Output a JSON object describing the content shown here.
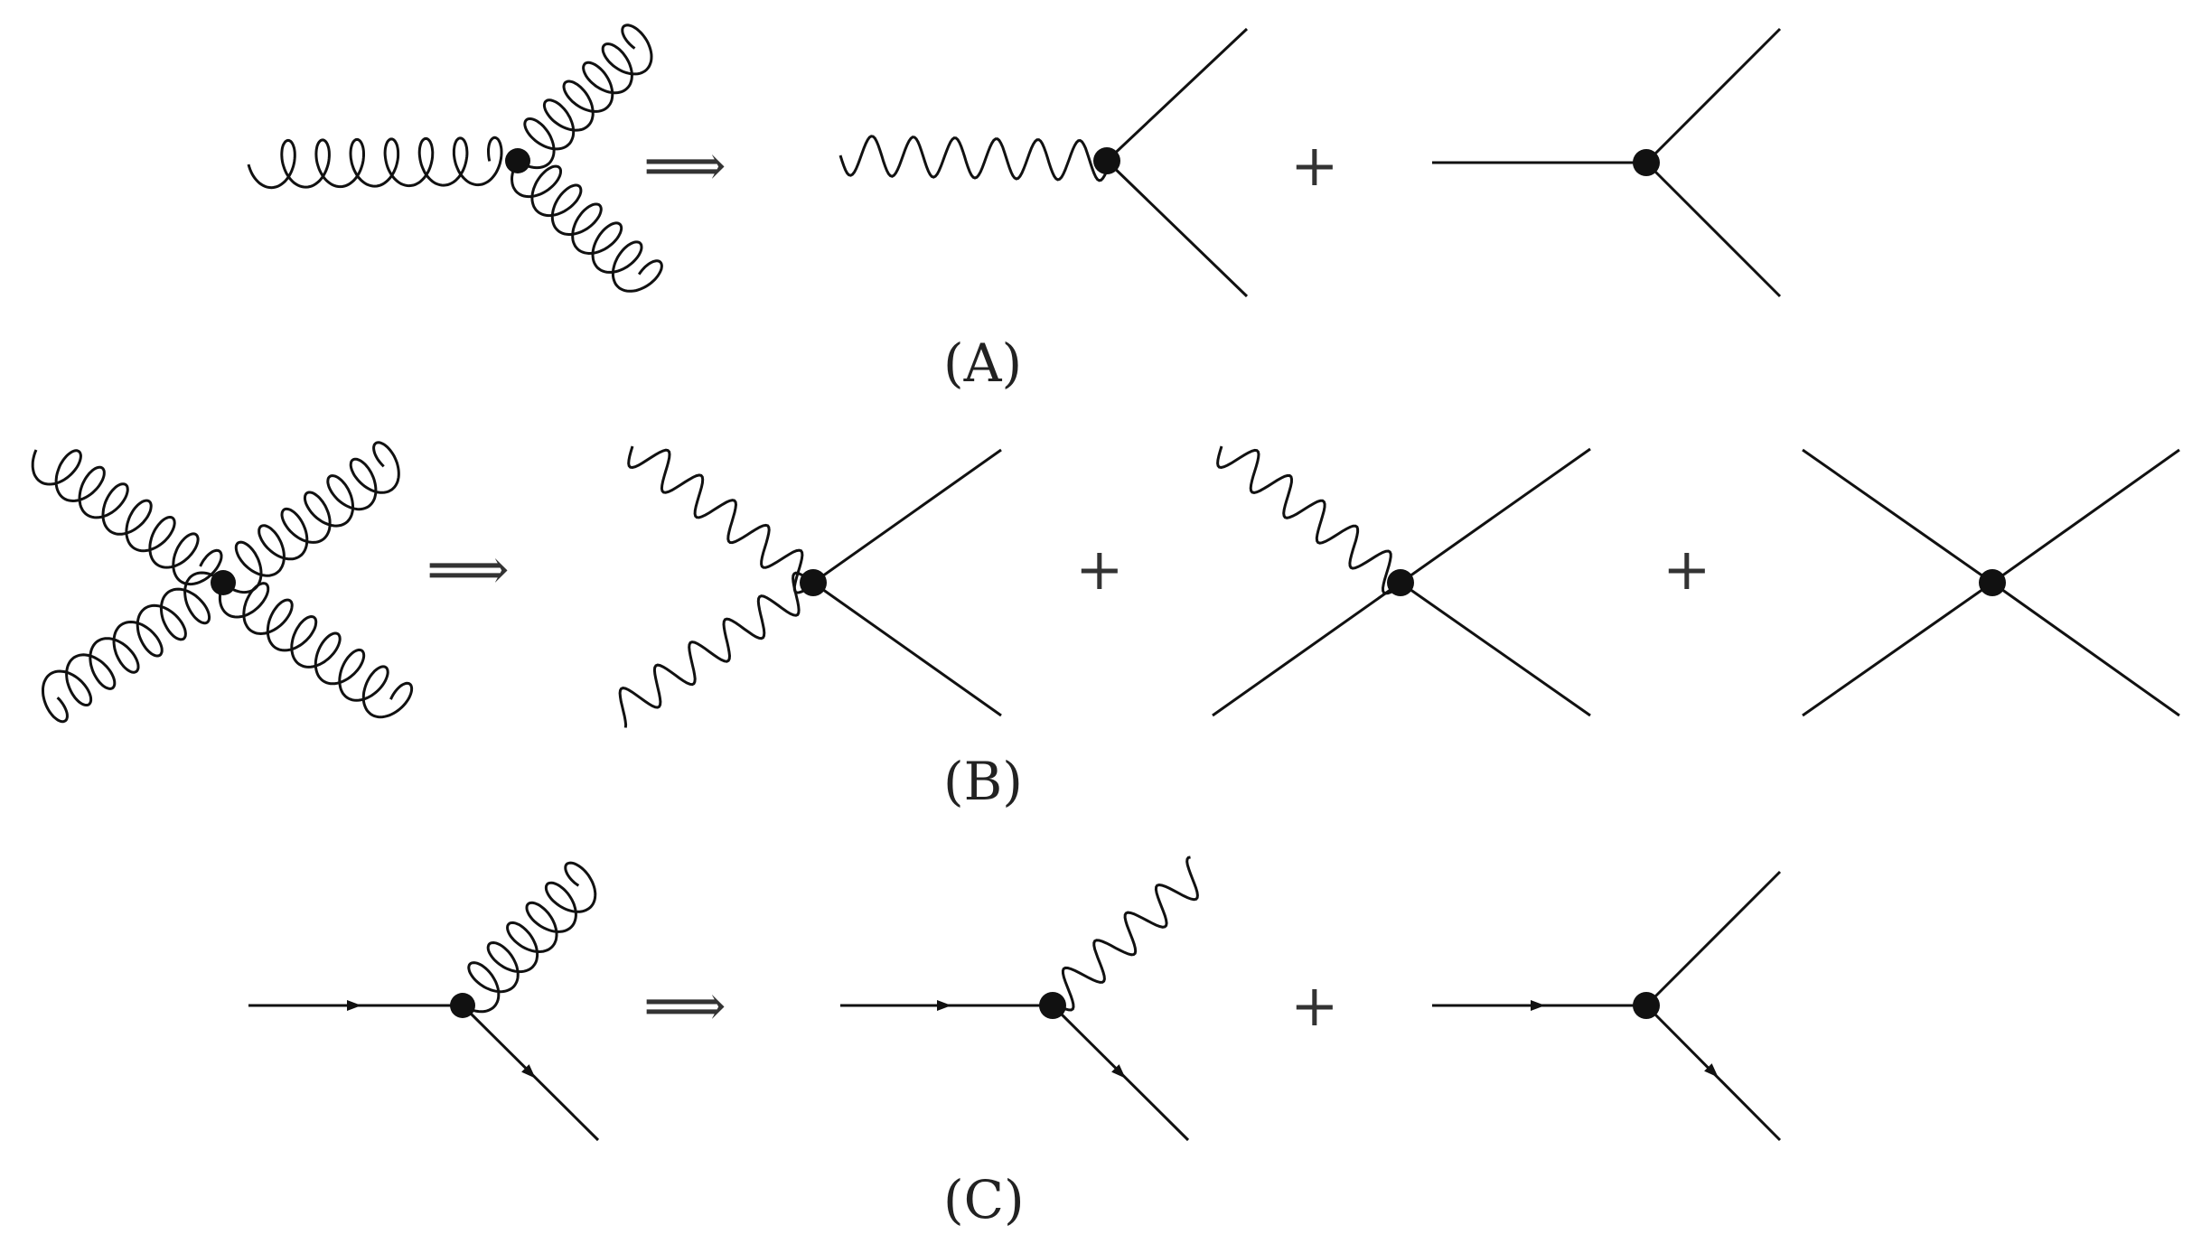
{
  "colors": {
    "ink": "#111111",
    "background": "#ffffff"
  },
  "operators": {
    "arrow": "⟹",
    "plus": "+"
  },
  "panels": [
    {
      "label": "(A)",
      "name": "three-gluon-vertex",
      "lhs": "three gluon lines meeting at a vertex",
      "rhs_terms": 2
    },
    {
      "label": "(B)",
      "name": "four-gluon-vertex",
      "lhs": "four gluon lines meeting at a vertex",
      "rhs_terms": 3
    },
    {
      "label": "(C)",
      "name": "quark-gluon-vertex",
      "lhs": "quark line emitting a gluon",
      "rhs_terms": 2
    }
  ]
}
